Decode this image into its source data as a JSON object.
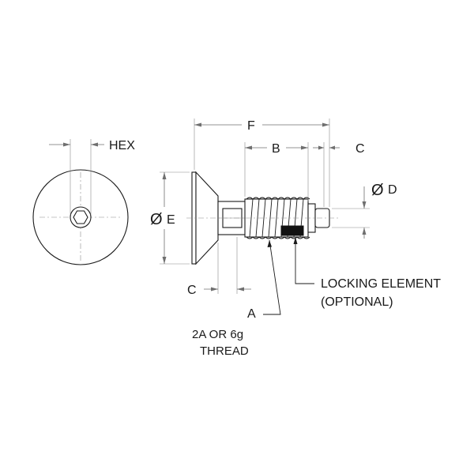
{
  "labels": {
    "hex": "HEX",
    "f": "F",
    "b": "B",
    "c_top": "C",
    "d": "D",
    "e": "E",
    "c_bottom": "C",
    "a": "A",
    "locking_element_line1": "LOCKING ELEMENT",
    "locking_element_line2": "(OPTIONAL)",
    "thread_line1": "2A OR 6g",
    "thread_line2": "THREAD",
    "diameter_symbol": "Ø"
  },
  "colors": {
    "outline": "#1a1a1a",
    "dimension": "#6f6f6f",
    "locking_element": "#111111"
  }
}
